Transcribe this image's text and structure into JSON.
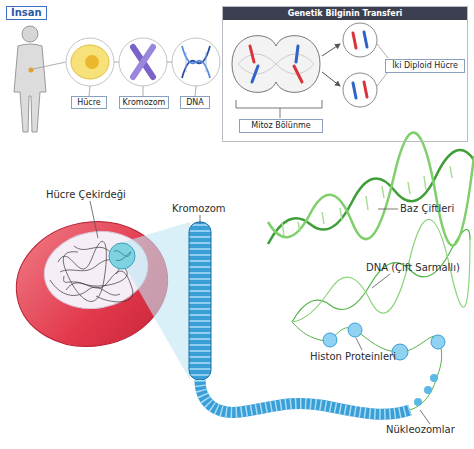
{
  "diagram": {
    "nodes": [
      {
        "text": [
          "İnsan"
        ]
      },
      {
        "text": [
          "Hücre"
        ],
        "in": 0
      },
      {
        "text": [
          "Kromozom"
        ],
        "in": 0
      },
      {
        "text": [
          "DNA"
        ],
        "in": 0
      },
      {
        "text": [
          "Genetik Bilginin Transferi"
        ]
      },
      {
        "text": [
          "İki Diploid Hücre"
        ],
        "in": 4
      },
      {
        "text": [
          "Mitoz Bölünme"
        ],
        "in": 4
      }
    ],
    "labels": [
      "Hücre Çekirdeği",
      "Kromozom",
      "Baz Çiftleri",
      "DNA (Çift Sarmallı)",
      "Histon Proteinleri",
      "Nükleozomlar"
    ]
  }
}
